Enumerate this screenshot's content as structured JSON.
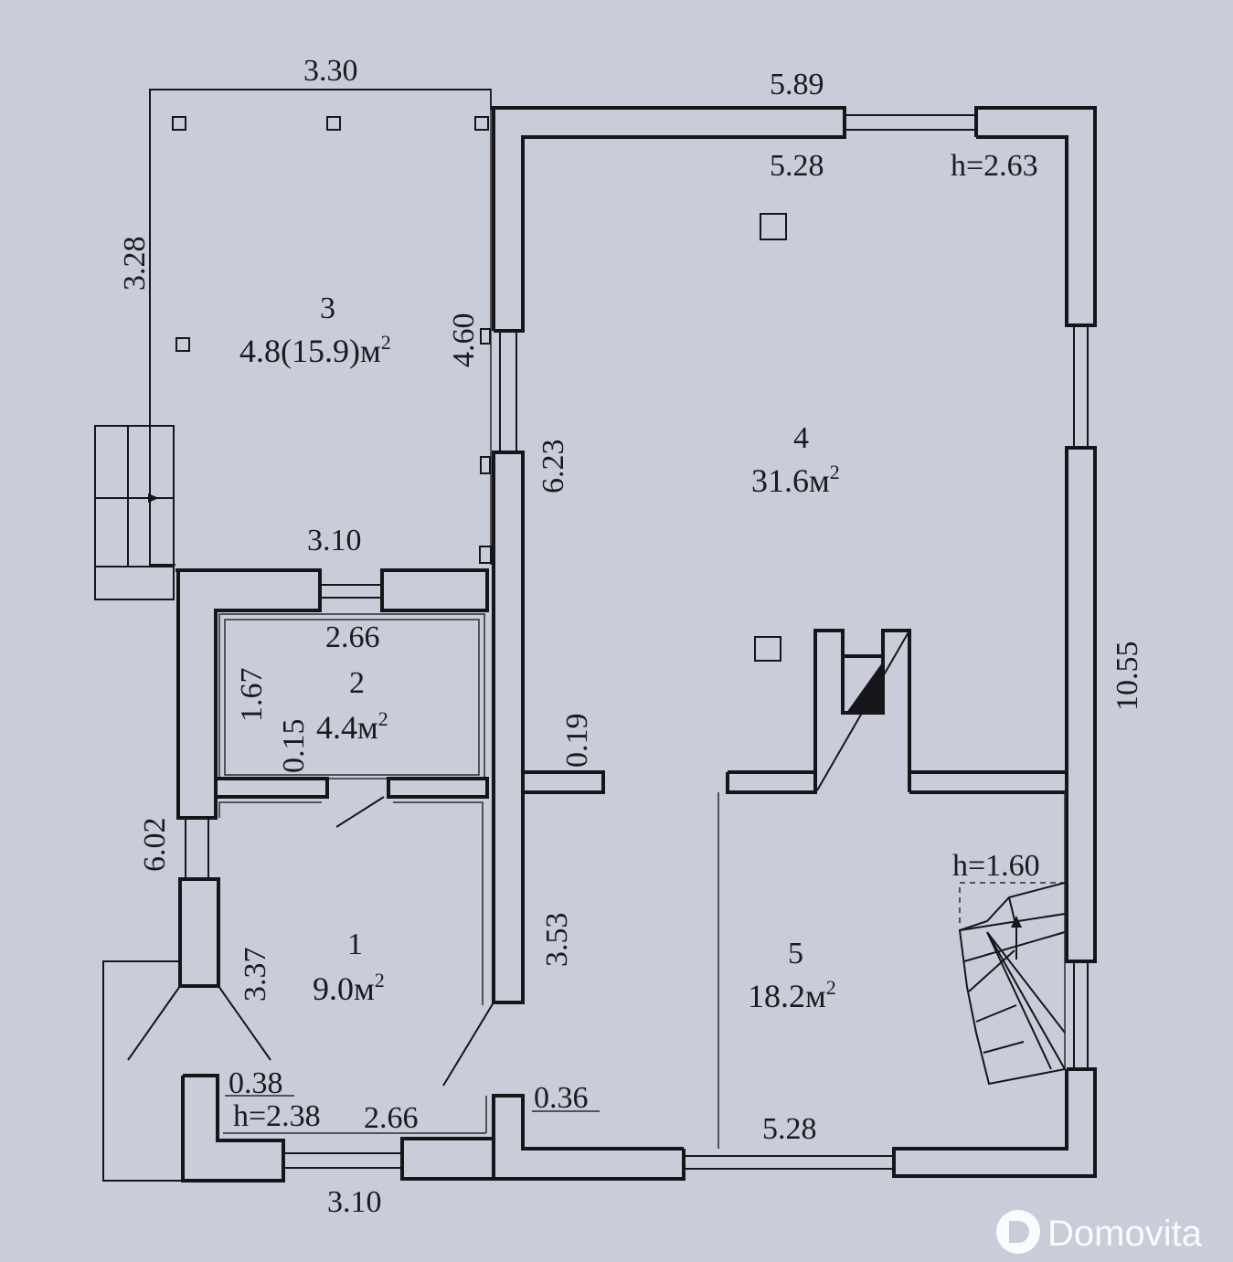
{
  "rooms": [
    {
      "id": "1",
      "number": "1",
      "area": "9.0м",
      "sup": "2"
    },
    {
      "id": "2",
      "number": "2",
      "area": "4.4м",
      "sup": "2"
    },
    {
      "id": "3",
      "number": "3",
      "area": "4.8(15.9)м",
      "sup": "2"
    },
    {
      "id": "4",
      "number": "4",
      "area": "31.6м",
      "sup": "2"
    },
    {
      "id": "5",
      "number": "5",
      "area": "18.2м",
      "sup": "2"
    }
  ],
  "dimensions": {
    "terrace_top_width": "3.30",
    "top_outer_width": "5.89",
    "top_inner_width": "5.28",
    "ceiling_height_main": "h=2.63",
    "terrace_left_height": "3.28",
    "terrace_right_height": "4.60",
    "partition_height": "6.23",
    "terrace_bottom_width": "3.10",
    "room2_width": "2.66",
    "room2_height": "1.67",
    "partition_thin": "0.15",
    "partition_stub": "0.19",
    "right_outer_height": "10.55",
    "left_outer_height": "6.02",
    "room1_height": "3.37",
    "corridor_height": "3.53",
    "stair_height": "h=1.60",
    "wall_thickness_left": "0.38",
    "ceiling_height_room1": "h=2.38",
    "room1_width": "2.66",
    "wall_thickness_mid": "0.36",
    "bottom_inner_width": "5.28",
    "bottom_outer_width": "3.10"
  },
  "watermark": {
    "text": "Domovita",
    "icon": "domovita-logo-icon"
  },
  "colors": {
    "paper": "#c9ccd9",
    "ink": "#16161a",
    "watermark": "#ffffff"
  }
}
